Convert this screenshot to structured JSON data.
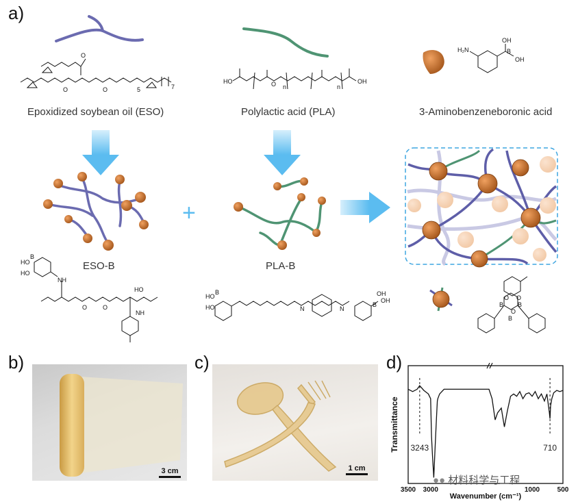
{
  "panel_labels": {
    "a": "a)",
    "b": "b)",
    "c": "c)",
    "d": "d)"
  },
  "compounds": {
    "eso": "Epoxidized soybean oil (ESO)",
    "pla": "Polylactic acid (PLA)",
    "aba": "3-Aminobenzeneboronic acid"
  },
  "products": {
    "eso_b": "ESO-B",
    "pla_b": "PLA-B"
  },
  "plus": "+",
  "photo_scales": {
    "b": "3 cm",
    "c": "1 cm"
  },
  "watermark": "材料科学与工程",
  "colors": {
    "eso_chain": "#6b6bb0",
    "pla_chain": "#4f9473",
    "particle": "#c8702a",
    "arrow": "#6fc3ef",
    "network_border": "#3da5e0"
  },
  "chart_data": {
    "type": "line",
    "title": "",
    "xlabel": "Wavenumber (cm⁻¹)",
    "ylabel": "Transmittance",
    "xlim": [
      3500,
      500
    ],
    "axis_break_after": 1700,
    "x_ticks": [
      "3500",
      "3000",
      "1000",
      "500"
    ],
    "annotations": [
      {
        "x": 3243,
        "label": "3243"
      },
      {
        "x": 710,
        "label": "710"
      }
    ],
    "series": [
      {
        "x": [
          3500,
          3400,
          3300,
          3243,
          3150,
          3050,
          3000,
          2980,
          2960,
          2930,
          2900,
          2870,
          2850,
          2840,
          2800,
          2750,
          2700,
          1700,
          1650,
          1600,
          1560,
          1500,
          1450,
          1400,
          1350,
          1300,
          1250,
          1200,
          1150,
          1100,
          1050,
          1000,
          950,
          900,
          850,
          800,
          760,
          740,
          720,
          710,
          700,
          680,
          650,
          600,
          550,
          500
        ],
        "y": [
          0.8,
          0.78,
          0.8,
          0.83,
          0.79,
          0.76,
          0.72,
          0.4,
          0.25,
          0.05,
          0.3,
          0.55,
          0.7,
          0.72,
          0.76,
          0.78,
          0.8,
          0.8,
          0.72,
          0.54,
          0.6,
          0.64,
          0.48,
          0.62,
          0.74,
          0.76,
          0.74,
          0.78,
          0.72,
          0.76,
          0.77,
          0.74,
          0.78,
          0.72,
          0.76,
          0.7,
          0.76,
          0.68,
          0.6,
          0.55,
          0.66,
          0.72,
          0.77,
          0.79,
          0.78,
          0.79
        ]
      }
    ]
  }
}
